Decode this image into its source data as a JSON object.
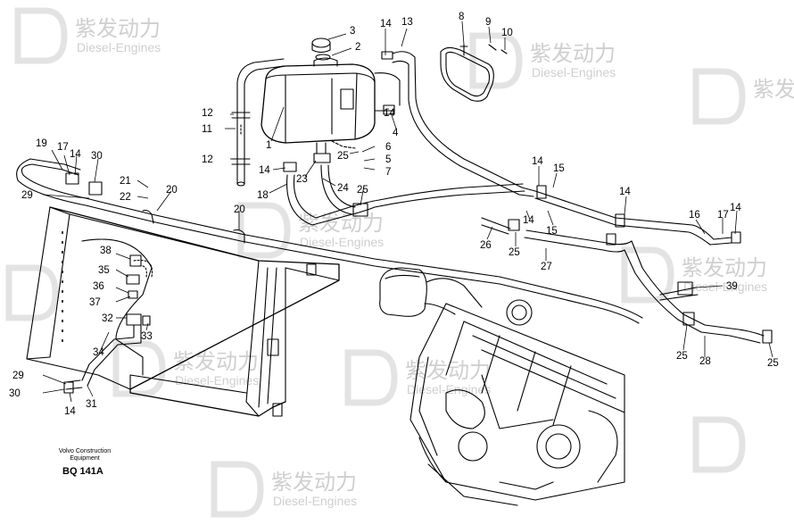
{
  "caption": {
    "brand_line1": "Volvo Construction",
    "brand_line2": "Equipment",
    "code": "BQ 141A"
  },
  "watermark": {
    "cn": "紫发动力",
    "en": "Diesel-Engines"
  },
  "part_labels": [
    "1",
    "2",
    "3",
    "4",
    "5",
    "6",
    "7",
    "8",
    "9",
    "10",
    "11",
    "12",
    "13",
    "14",
    "15",
    "16",
    "17",
    "18",
    "19",
    "20",
    "21",
    "22",
    "23",
    "24",
    "25",
    "26",
    "27",
    "28",
    "29",
    "30",
    "31",
    "32",
    "33",
    "34",
    "35",
    "36",
    "37",
    "38",
    "39"
  ],
  "colors": {
    "line": "#000000",
    "watermark": "#cfcfcf"
  }
}
